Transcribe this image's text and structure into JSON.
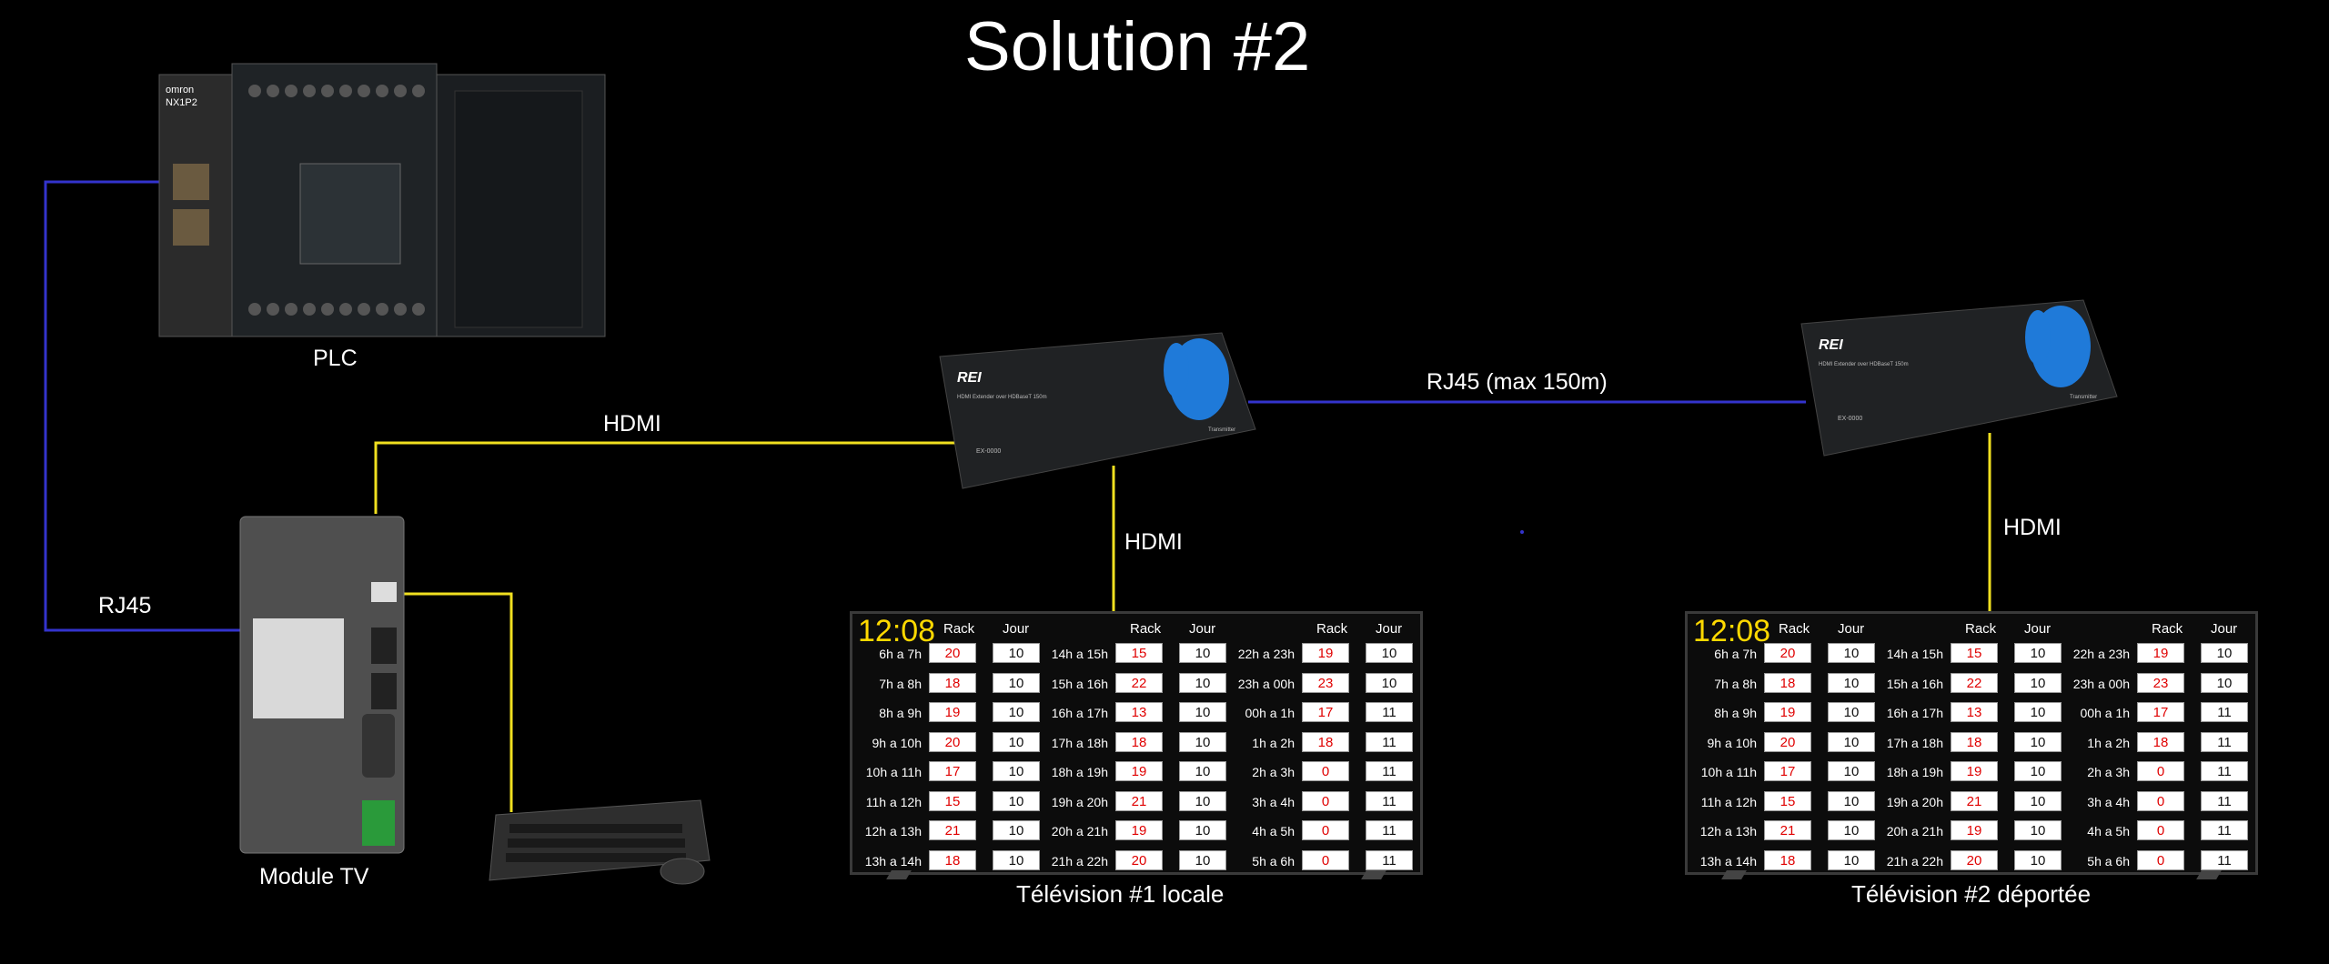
{
  "title": "Solution #2",
  "labels": {
    "plc": "PLC",
    "module_tv": "Module TV",
    "rj45": "RJ45",
    "hdmi_top": "HDMI",
    "hdmi_left": "HDMI",
    "hdmi_right": "HDMI",
    "rj45_long": "RJ45 (max 150m)",
    "tv1": "Télévision #1 locale",
    "tv2": "Télévision #2 déportée"
  },
  "extender": {
    "brand": "REI",
    "caption": "HDMI Extender over HDBaseT 150m",
    "model": "EX-0000",
    "tag": "Transmitter"
  },
  "plc": {
    "brand": "omron",
    "model": "NX1P2"
  },
  "colors": {
    "rj45_line": "#3333cc",
    "hdmi_line": "#f0e020",
    "clock": "#ffd900",
    "rack_value": "#e00000"
  },
  "screen": {
    "clock": "12:08",
    "headers": {
      "rack": "Rack",
      "jour": "Jour"
    },
    "columns": [
      {
        "rows": [
          {
            "slot": "6h a 7h",
            "rack": "20",
            "jour": "10"
          },
          {
            "slot": "7h a 8h",
            "rack": "18",
            "jour": "10"
          },
          {
            "slot": "8h a 9h",
            "rack": "19",
            "jour": "10"
          },
          {
            "slot": "9h a 10h",
            "rack": "20",
            "jour": "10"
          },
          {
            "slot": "10h a 11h",
            "rack": "17",
            "jour": "10"
          },
          {
            "slot": "11h a 12h",
            "rack": "15",
            "jour": "10"
          },
          {
            "slot": "12h a 13h",
            "rack": "21",
            "jour": "10"
          },
          {
            "slot": "13h a 14h",
            "rack": "18",
            "jour": "10"
          }
        ]
      },
      {
        "rows": [
          {
            "slot": "14h a 15h",
            "rack": "15",
            "jour": "10"
          },
          {
            "slot": "15h a 16h",
            "rack": "22",
            "jour": "10"
          },
          {
            "slot": "16h a 17h",
            "rack": "13",
            "jour": "10"
          },
          {
            "slot": "17h a 18h",
            "rack": "18",
            "jour": "10"
          },
          {
            "slot": "18h a 19h",
            "rack": "19",
            "jour": "10"
          },
          {
            "slot": "19h a 20h",
            "rack": "21",
            "jour": "10"
          },
          {
            "slot": "20h a 21h",
            "rack": "19",
            "jour": "10"
          },
          {
            "slot": "21h a 22h",
            "rack": "20",
            "jour": "10"
          }
        ]
      },
      {
        "rows": [
          {
            "slot": "22h a 23h",
            "rack": "19",
            "jour": "10"
          },
          {
            "slot": "23h a 00h",
            "rack": "23",
            "jour": "10"
          },
          {
            "slot": "00h a 1h",
            "rack": "17",
            "jour": "11"
          },
          {
            "slot": "1h a 2h",
            "rack": "18",
            "jour": "11"
          },
          {
            "slot": "2h a 3h",
            "rack": "0",
            "jour": "11"
          },
          {
            "slot": "3h a 4h",
            "rack": "0",
            "jour": "11"
          },
          {
            "slot": "4h a 5h",
            "rack": "0",
            "jour": "11"
          },
          {
            "slot": "5h a 6h",
            "rack": "0",
            "jour": "11"
          }
        ]
      }
    ]
  }
}
